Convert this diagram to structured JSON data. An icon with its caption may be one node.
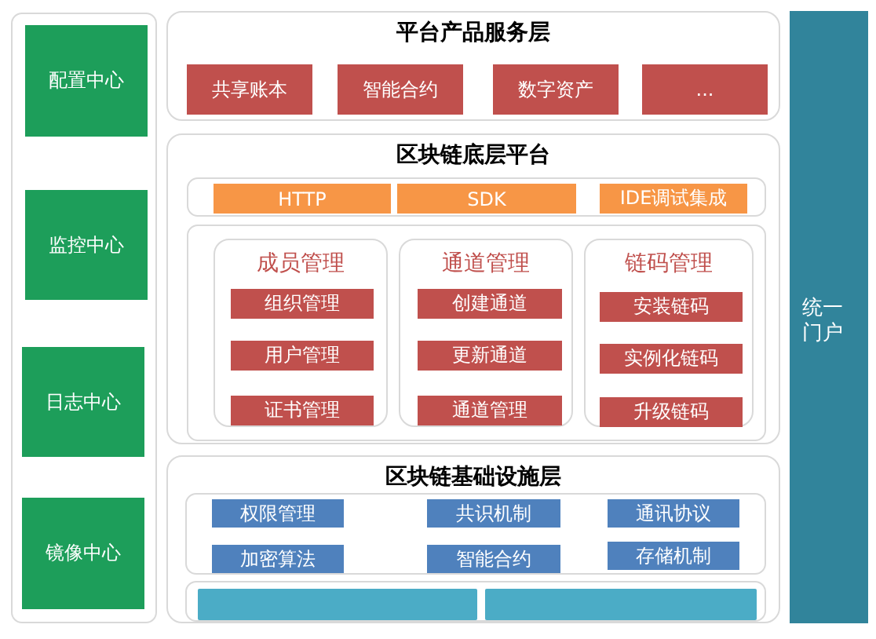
{
  "diagram": {
    "nodes": [
      {
        "text": [],
        "shape": "box"
      },
      {
        "text": [
          "配置中心"
        ],
        "in": 0
      },
      {
        "text": [
          "监控中心"
        ],
        "in": 0
      },
      {
        "text": [
          "日志中心"
        ],
        "in": 0
      },
      {
        "text": [
          "镜像中心"
        ],
        "in": 0
      },
      {
        "text": [
          "平台产品服务层"
        ]
      },
      {
        "text": [
          "共享账本"
        ],
        "in": 5
      },
      {
        "text": [
          "智能合约"
        ],
        "in": 5
      },
      {
        "text": [
          "数字资产"
        ],
        "in": 5
      },
      {
        "text": [
          "..."
        ],
        "in": 5
      },
      {
        "text": [
          "区块链底层平台"
        ]
      },
      {
        "text": [],
        "shape": "box",
        "in": 10
      },
      {
        "text": [
          "HTTP"
        ],
        "in": 11
      },
      {
        "text": [
          "SDK"
        ],
        "in": 11
      },
      {
        "text": [
          "IDE调试集成"
        ],
        "in": 11
      },
      {
        "text": [],
        "shape": "box",
        "in": 10
      },
      {
        "text": [
          "成员管理"
        ],
        "in": 15
      },
      {
        "text": [
          "组织管理"
        ],
        "in": 16
      },
      {
        "text": [
          "用户管理"
        ],
        "in": 16
      },
      {
        "text": [
          "证书管理"
        ],
        "in": 16
      },
      {
        "text": [
          "通道管理"
        ],
        "in": 15
      },
      {
        "text": [
          "创建通道"
        ],
        "in": 20
      },
      {
        "text": [
          "更新通道"
        ],
        "in": 20
      },
      {
        "text": [
          "通道管理"
        ],
        "in": 20
      },
      {
        "text": [
          "链码管理"
        ],
        "in": 15
      },
      {
        "text": [
          "安装链码"
        ],
        "in": 24
      },
      {
        "text": [
          "实例化链码"
        ],
        "in": 24
      },
      {
        "text": [
          "升级链码"
        ],
        "in": 24
      },
      {
        "text": [
          "区块链基础设施层"
        ]
      },
      {
        "text": [],
        "shape": "box",
        "in": 28
      },
      {
        "text": [
          "权限管理"
        ],
        "in": 29
      },
      {
        "text": [
          "共识机制"
        ],
        "in": 29
      },
      {
        "text": [
          "通讯协议"
        ],
        "in": 29
      },
      {
        "text": [
          "加密算法"
        ],
        "in": 29
      },
      {
        "text": [
          "智能合约"
        ],
        "in": 29
      },
      {
        "text": [
          "存储机制"
        ],
        "in": 29
      },
      {
        "text": [],
        "shape": "box",
        "in": 28
      },
      {
        "text": [],
        "shape": "bar",
        "in": 36
      },
      {
        "text": [],
        "shape": "bar",
        "in": 36
      },
      {
        "text": [
          "统一门户"
        ]
      }
    ]
  }
}
